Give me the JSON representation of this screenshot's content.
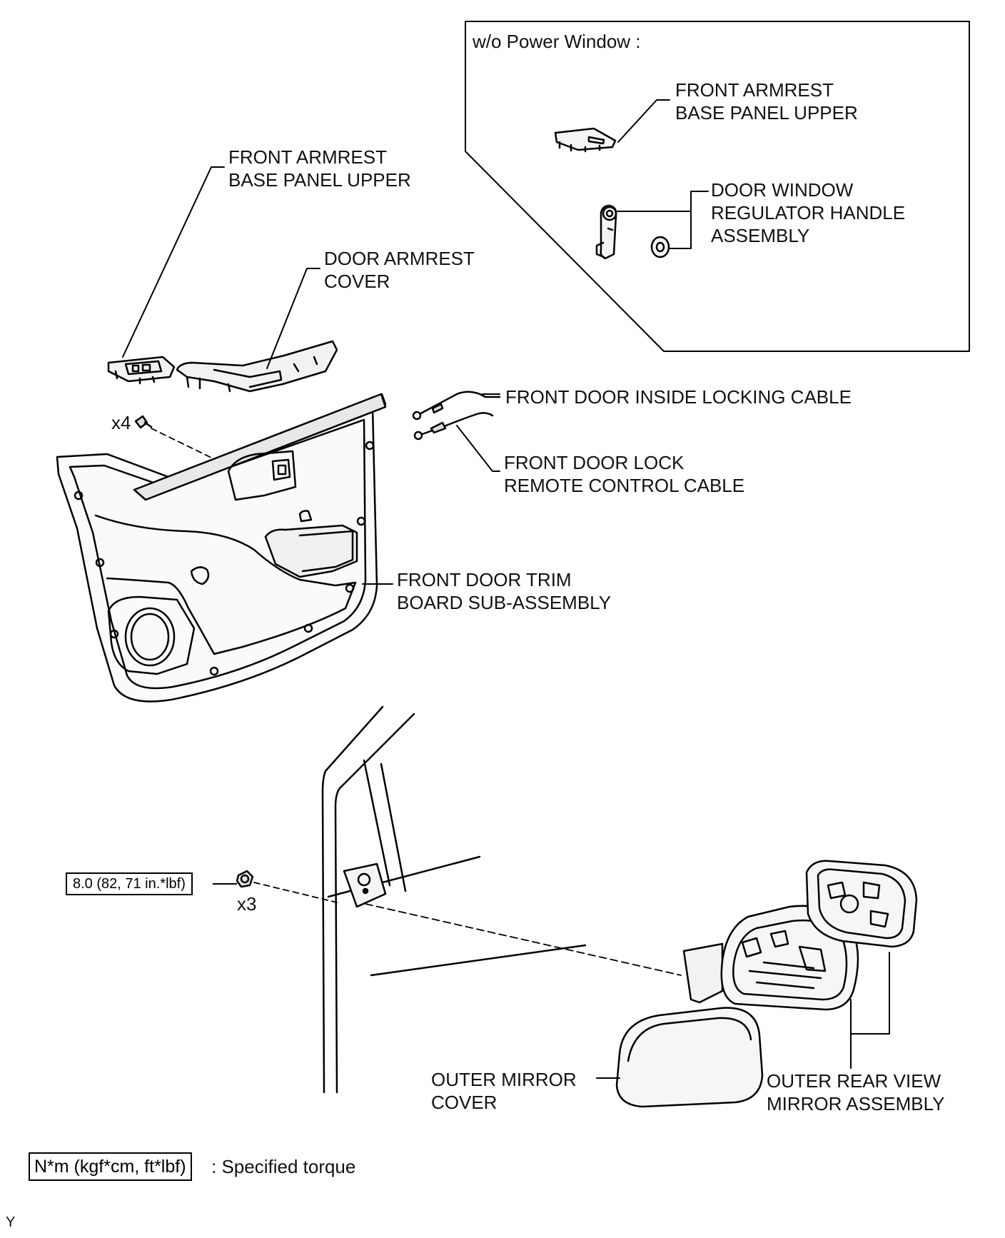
{
  "inset": {
    "title": "w/o Power  Window :",
    "armrest_label": [
      "FRONT ARMREST",
      "BASE PANEL UPPER"
    ],
    "handle_label": [
      "DOOR WINDOW",
      "REGULATOR HANDLE",
      "ASSEMBLY"
    ]
  },
  "labels": {
    "armrest_base": [
      "FRONT ARMREST",
      "BASE PANEL UPPER"
    ],
    "armrest_cover": [
      "DOOR ARMREST",
      "COVER"
    ],
    "locking_cable": "FRONT DOOR INSIDE LOCKING CABLE",
    "remote_cable": [
      "FRONT DOOR LOCK",
      "REMOTE CONTROL CABLE"
    ],
    "trim_board": [
      "FRONT DOOR TRIM",
      "BOARD SUB-ASSEMBLY"
    ],
    "mirror_cover": [
      "OUTER MIRROR",
      "COVER"
    ],
    "mirror_assembly": [
      "OUTER REAR VIEW",
      "MIRROR ASSEMBLY"
    ],
    "clip_count": "x4",
    "nut_count": "x3"
  },
  "torque": {
    "value": "8.0 (82, 71 in.*lbf)",
    "legend_unit": "N*m (kgf*cm, ft*lbf)",
    "legend_text": ": Specified torque"
  },
  "corner_mark": "Y"
}
